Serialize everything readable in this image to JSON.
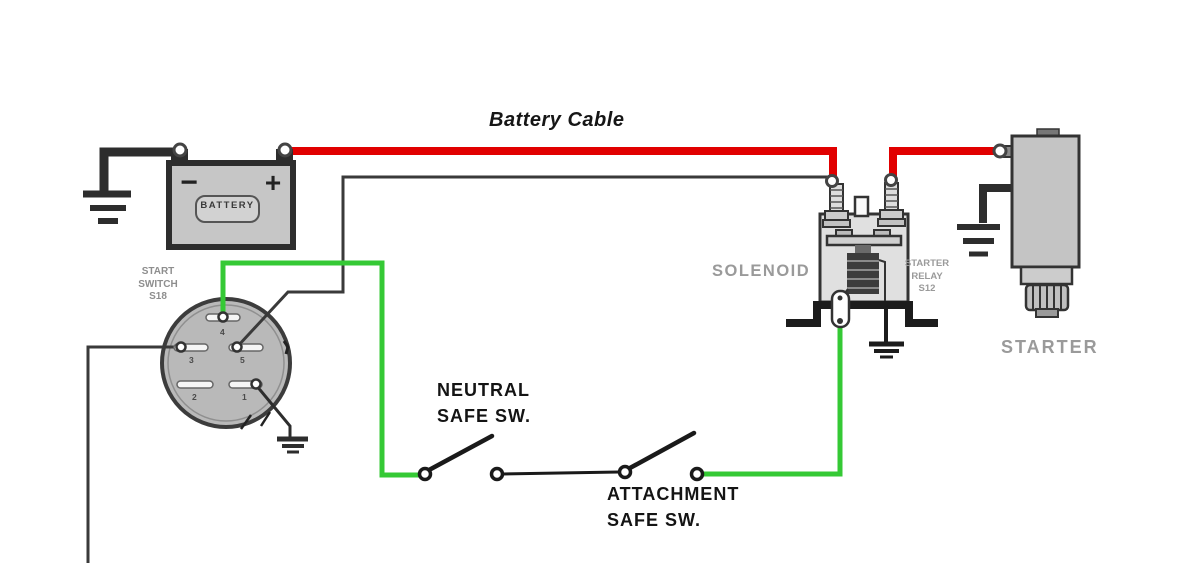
{
  "diagram": {
    "type": "wiring-diagram",
    "title": "Battery Cable",
    "colors": {
      "battery_cable_red": "#e10000",
      "safety_circuit_green": "#35c935",
      "wire_black": "#2d2d2d",
      "component_gray": "#c6c6c6",
      "muted_label_gray": "#9a9a9a",
      "label_black": "#141414"
    },
    "labels": {
      "battery_cable": "Battery Cable",
      "battery": "BATTERY",
      "battery_minus": "−",
      "battery_plus": "+",
      "start_switch": "START\nSWITCH\nS18",
      "solenoid": "SOLENOID",
      "starter_relay": "STARTER\nRELAY\nS12",
      "starter": "STARTER",
      "neutral_safe_switch": "NEUTRAL\nSAFE SW.",
      "attachment_safe_switch": "ATTACHMENT\nSAFE SW."
    },
    "start_switch": {
      "terminals": [
        "4",
        "3",
        "5",
        "2",
        "1"
      ]
    }
  }
}
